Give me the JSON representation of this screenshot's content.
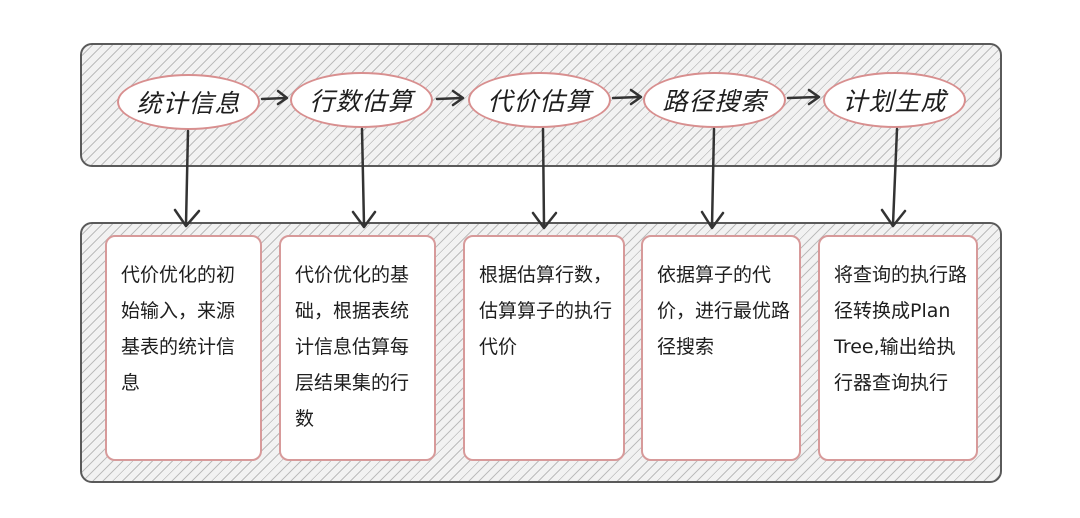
{
  "stages": [
    {
      "label": "统计信息",
      "description": "代价优化的初始输入，来源基表的统计信息"
    },
    {
      "label": "行数估算",
      "description": "代价优化的基础，根据表统计信息估算每层结果集的行数"
    },
    {
      "label": "代价估算",
      "description": "根据估算行数，估算算子的执行代价"
    },
    {
      "label": "路径搜索",
      "description": "依据算子的代价，进行最优路径搜索"
    },
    {
      "label": "计划生成",
      "description": "将查询的执行路径转换成Plan Tree,输出给执行器查询执行"
    }
  ],
  "colors": {
    "ellipse_border": "#d88f8f",
    "card_border": "#d79a9a",
    "panel_border": "#5a5a5a",
    "arrow": "#333333"
  }
}
